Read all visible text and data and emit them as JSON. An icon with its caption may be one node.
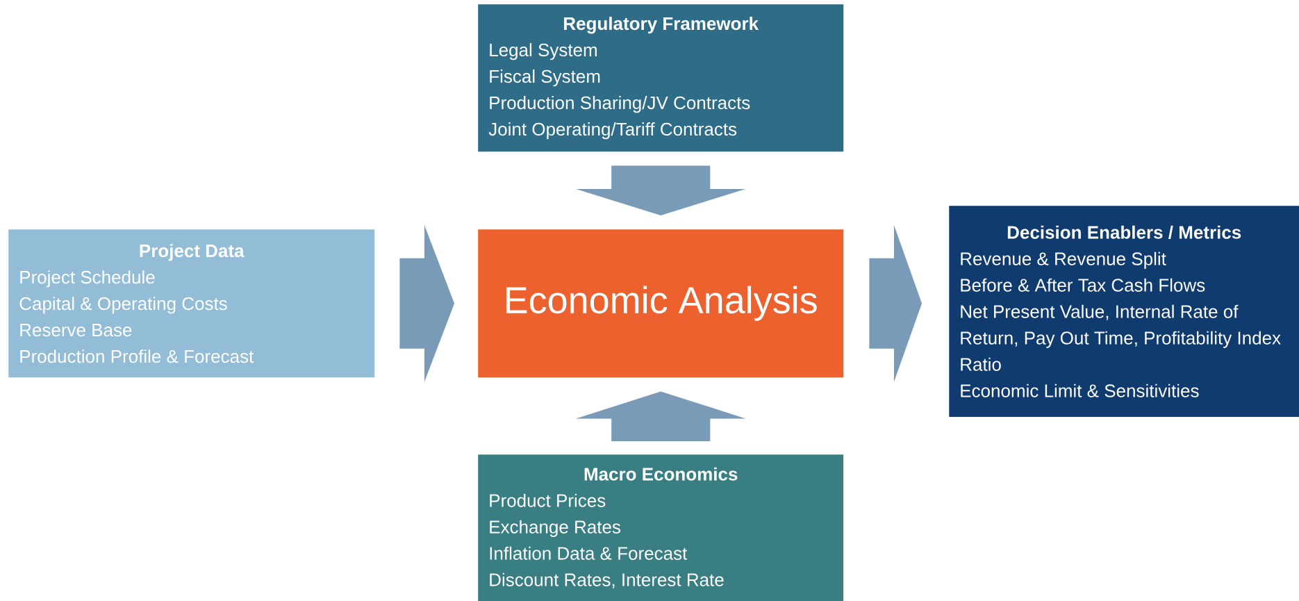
{
  "diagram": {
    "nodes": [
      {
        "text": [
          "Regulatory Framework",
          "Legal System",
          "Fiscal System",
          "Production Sharing/JV Contracts",
          "Joint Operating/Tariff Contracts"
        ]
      },
      {
        "text": [
          "Project Data",
          "Project Schedule",
          "Capital & Operating Costs",
          "Reserve Base",
          "Production Profile & Forecast"
        ]
      },
      {
        "text": [
          "Economic Analysis"
        ]
      },
      {
        "text": [
          "Decision Enablers / Metrics",
          "Revenue & Revenue Split",
          "Before & After Tax Cash Flows",
          "Net Present Value, Internal Rate of Return, Pay Out Time, Profitability Index Ratio",
          "Economic Limit & Sensitivities"
        ]
      },
      {
        "text": [
          "Macro Economics",
          "Product Prices",
          "Exchange Rates",
          "Inflation Data & Forecast",
          "Discount Rates, Interest Rate"
        ]
      }
    ],
    "edges": [
      {
        "from": 0,
        "to": 2,
        "arrow": "to"
      },
      {
        "from": 1,
        "to": 2,
        "arrow": "to"
      },
      {
        "from": 4,
        "to": 2,
        "arrow": "to"
      },
      {
        "from": 2,
        "to": 3,
        "arrow": "to"
      }
    ]
  }
}
